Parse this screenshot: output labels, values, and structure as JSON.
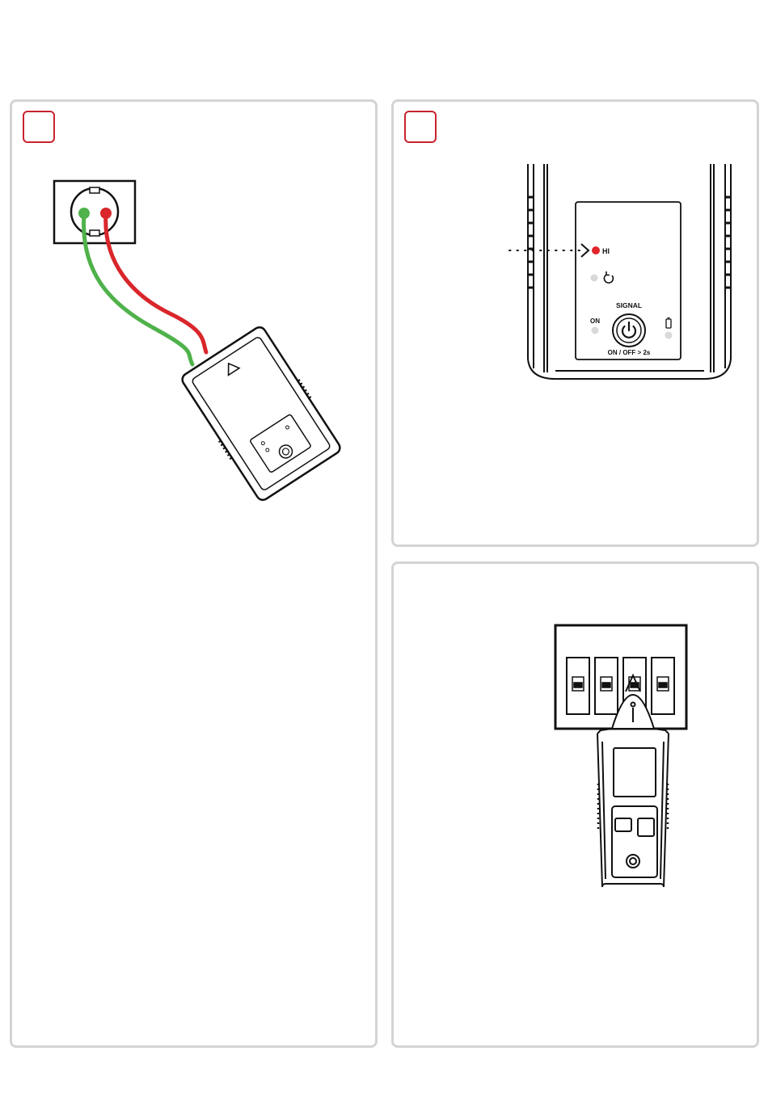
{
  "colors": {
    "accent_red": "#c9232f",
    "led_red": "#e0262a",
    "wire_green": "#4fb24a",
    "wire_red": "#d9262b",
    "led_off": "#d9d9d9",
    "panel_border": "#d4d4d4",
    "ink": "#111111"
  },
  "icons": {
    "refresh": "refresh-icon",
    "power": "power-icon",
    "battery": "battery-icon"
  },
  "panel2": {
    "hi_label": "HI",
    "signal_label": "SIGNAL",
    "on_label": "ON",
    "onoff_label": "ON / OFF > 2s"
  }
}
